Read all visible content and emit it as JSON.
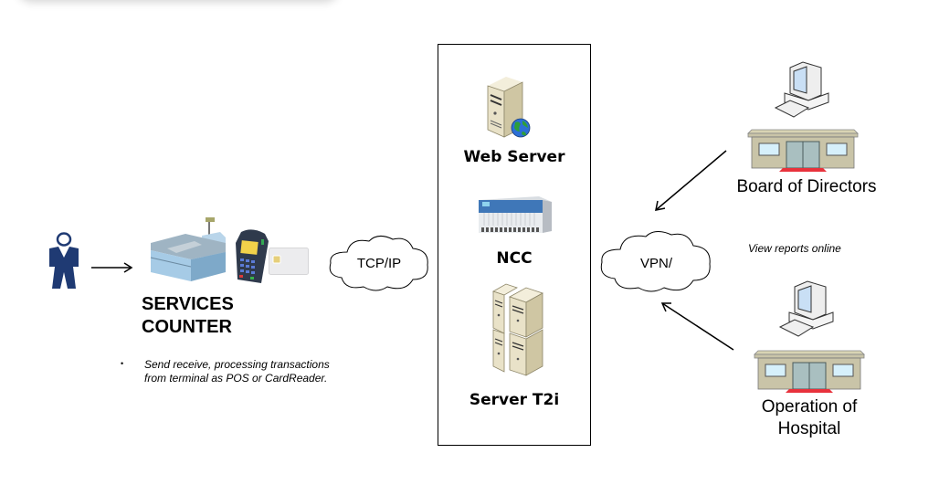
{
  "diagram": {
    "services_counter": {
      "title_line1": "SERVICES",
      "title_line2": "COUNTER",
      "note_bullet": "•",
      "note_line1": "Send receive, processing transactions",
      "note_line2": "from terminal as POS or CardReader."
    },
    "clouds": {
      "left": "TCP/IP",
      "right": "VPN/"
    },
    "server_box": {
      "web_server": "Web Server",
      "ncc": "NCC",
      "server_t2i": "Server T2i"
    },
    "remote_sites": {
      "board": "Board of Directors",
      "hospital_line1": "Operation of",
      "hospital_line2": "Hospital",
      "view_reports": "View reports online"
    },
    "colors": {
      "person": "#1f3a73",
      "building_wall": "#c9c4a8",
      "building_window": "#d6f0fb",
      "door": "#a9bfc0",
      "carpet": "#e8323c",
      "server_beige": "#e9e2c8",
      "globe_blue": "#2c6fd6",
      "globe_green": "#2e9e3a"
    }
  }
}
